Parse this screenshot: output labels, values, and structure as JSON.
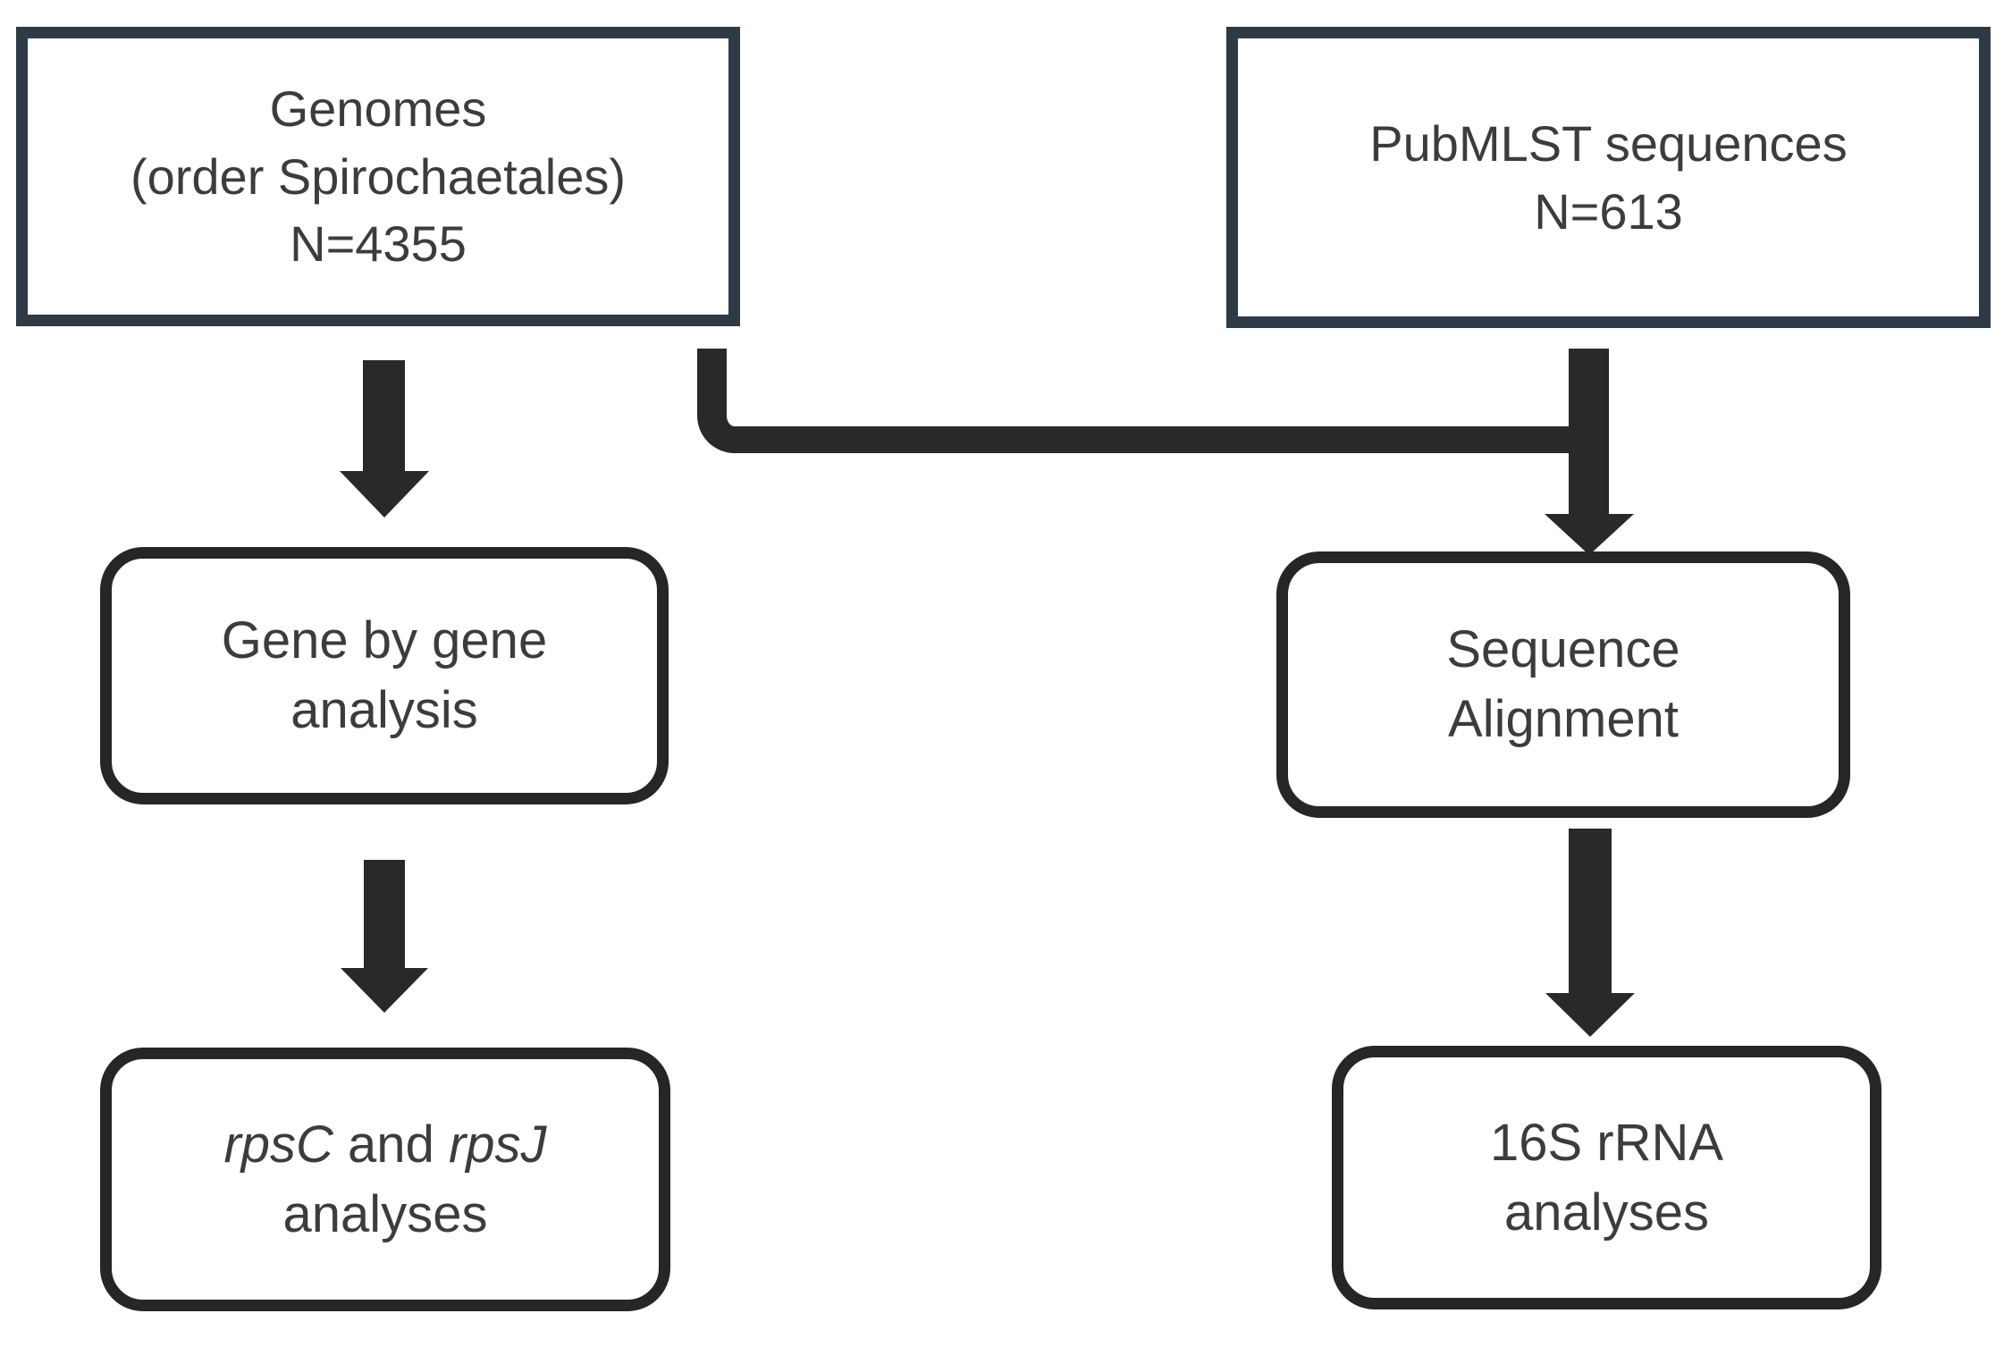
{
  "colors": {
    "background": "#ffffff",
    "top_box_border": "#2e3a46",
    "process_box_border": "#242628",
    "arrow": "#28292b",
    "text": "#3c3c3e"
  },
  "boxes": {
    "genomes": {
      "lines": [
        "Genomes",
        "(order Spirochaetales)",
        "N=4355"
      ]
    },
    "pubmlst": {
      "lines": [
        "PubMLST sequences",
        "N=613"
      ]
    },
    "gene_analysis": {
      "lines": [
        "Gene by gene",
        "analysis"
      ]
    },
    "sequence_alignment": {
      "lines": [
        "Sequence",
        "Alignment"
      ]
    },
    "rps_analyses": {
      "line1_segments": [
        {
          "text": "rpsC",
          "italic": true
        },
        {
          "text": " and ",
          "italic": false
        },
        {
          "text": "rpsJ",
          "italic": true
        }
      ],
      "line2": "analyses"
    },
    "rrna_analyses": {
      "lines": [
        "16S rRNA",
        "analyses"
      ]
    }
  }
}
